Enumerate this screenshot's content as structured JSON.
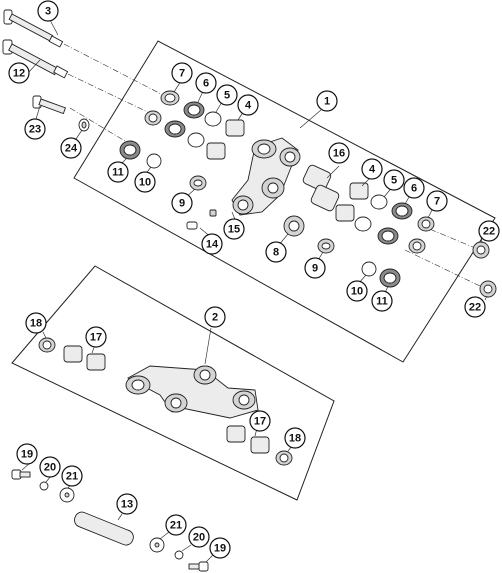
{
  "diagram": {
    "callouts": [
      {
        "id": "c3",
        "label": "3"
      },
      {
        "id": "c12",
        "label": "12"
      },
      {
        "id": "c23",
        "label": "23"
      },
      {
        "id": "c24",
        "label": "24"
      },
      {
        "id": "c7a",
        "label": "7"
      },
      {
        "id": "c6a",
        "label": "6"
      },
      {
        "id": "c5a",
        "label": "5"
      },
      {
        "id": "c4a",
        "label": "4"
      },
      {
        "id": "c1",
        "label": "1"
      },
      {
        "id": "c11a",
        "label": "11"
      },
      {
        "id": "c10a",
        "label": "10"
      },
      {
        "id": "c9a",
        "label": "9"
      },
      {
        "id": "c16",
        "label": "16"
      },
      {
        "id": "c4b",
        "label": "4"
      },
      {
        "id": "c5b",
        "label": "5"
      },
      {
        "id": "c6b",
        "label": "6"
      },
      {
        "id": "c7b",
        "label": "7"
      },
      {
        "id": "c22a",
        "label": "22"
      },
      {
        "id": "c14",
        "label": "14"
      },
      {
        "id": "c15",
        "label": "15"
      },
      {
        "id": "c8",
        "label": "8"
      },
      {
        "id": "c9b",
        "label": "9"
      },
      {
        "id": "c10b",
        "label": "10"
      },
      {
        "id": "c11b",
        "label": "11"
      },
      {
        "id": "c22b",
        "label": "22"
      },
      {
        "id": "c18a",
        "label": "18"
      },
      {
        "id": "c17a",
        "label": "17"
      },
      {
        "id": "c2",
        "label": "2"
      },
      {
        "id": "c17b",
        "label": "17"
      },
      {
        "id": "c18b",
        "label": "18"
      },
      {
        "id": "c19a",
        "label": "19"
      },
      {
        "id": "c20a",
        "label": "20"
      },
      {
        "id": "c21a",
        "label": "21"
      },
      {
        "id": "c13",
        "label": "13"
      },
      {
        "id": "c21b",
        "label": "21"
      },
      {
        "id": "c20b",
        "label": "20"
      },
      {
        "id": "c19b",
        "label": "19"
      }
    ]
  }
}
